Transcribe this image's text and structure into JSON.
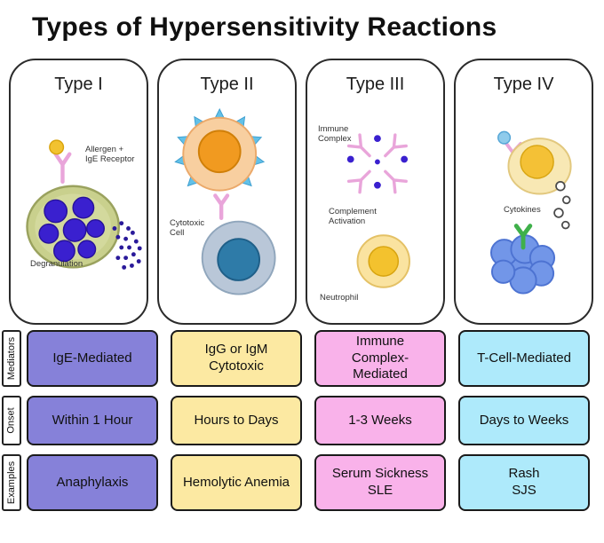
{
  "title": "Types of Hypersensitivity Reactions",
  "row_labels": {
    "mediators": "Mediators",
    "onset": "Onset",
    "examples": "Examples"
  },
  "types": [
    {
      "label": "Type I",
      "mediators": "IgE-Mediated",
      "onset": "Within 1 Hour",
      "examples": "Anaphylaxis",
      "cell_color": "#8681d9"
    },
    {
      "label": "Type II",
      "mediators": "IgG or IgM\nCytotoxic",
      "onset": "Hours to Days",
      "examples": "Hemolytic Anemia",
      "cell_color": "#fce9a2"
    },
    {
      "label": "Type III",
      "mediators": "Immune\nComplex-\nMediated",
      "onset": "1-3 Weeks",
      "examples": "Serum Sickness\nSLE",
      "cell_color": "#f9b2ea"
    },
    {
      "label": "Type IV",
      "mediators": "T-Cell-Mediated",
      "onset": "Days to Weeks",
      "examples": "Rash\nSJS",
      "cell_color": "#aeeafb"
    }
  ],
  "illustrations": {
    "type1": {
      "allergen_label": "Allergen +\nIgE Receptor",
      "degranulation_label": "Degranulation"
    },
    "type2": {
      "cytotoxic_label": "Cytotoxic\nCell"
    },
    "type3": {
      "immune_complex_label": "Immune\nComplex",
      "complement_label": "Complement\nActivation",
      "neutrophil_label": "Neutrophil"
    },
    "type4": {
      "cytokines_label": "Cytokines"
    }
  }
}
